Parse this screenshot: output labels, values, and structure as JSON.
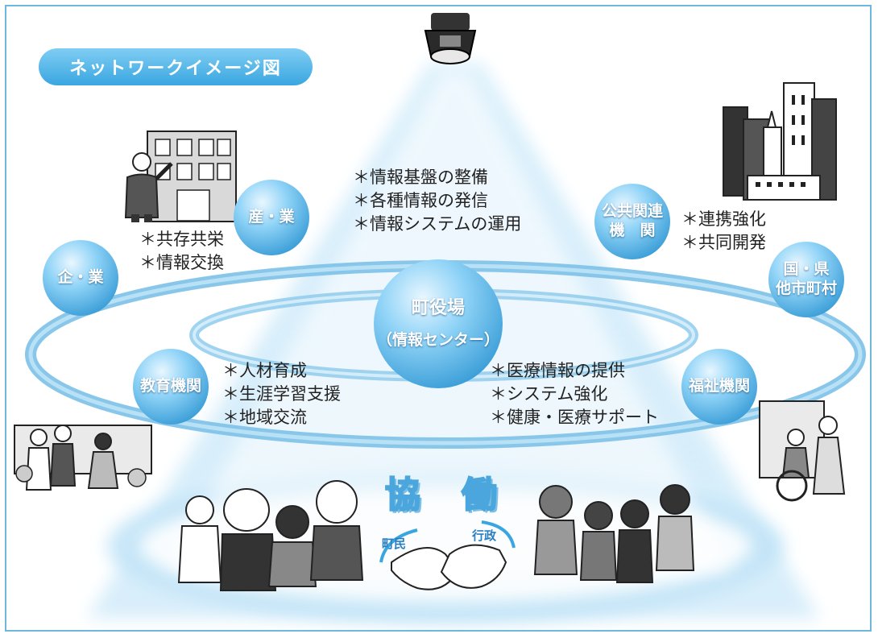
{
  "title": "ネットワークイメージ図",
  "center": {
    "line1": "町役場",
    "line2": "（情報センター）"
  },
  "nodes": {
    "sangyo": "産・業",
    "kigyo": "企・業",
    "kokyo_line1": "公共関連",
    "kokyo_line2": "機　関",
    "kuni_line1": "国・県",
    "kuni_line2": "他市町村",
    "kyoiku": "教育機関",
    "fukushi": "福祉機関"
  },
  "lists": {
    "center_top": [
      "＊情報基盤の整備",
      "＊各種情報の発信",
      "＊情報システムの運用"
    ],
    "sangyo": [
      "＊共存共栄",
      "＊情報交換"
    ],
    "kokyo": [
      "＊連携強化",
      "＊共同開発"
    ],
    "kyoiku": [
      "＊人材育成",
      "＊生涯学習支援",
      "＊地域交流"
    ],
    "fukushi": [
      "＊医療情報の提供",
      "＊システム強化",
      "＊健康・医療サポート"
    ]
  },
  "kyodo": {
    "char1": "協",
    "char2": "働"
  },
  "handshake": {
    "left": "町民",
    "right": "行政"
  },
  "colors": {
    "accent": "#3aa6e0",
    "frame": "#6fb8dc",
    "glow": "#bfe3f7"
  },
  "icons": [
    "spotlight-icon",
    "office-building-icon",
    "skyscrapers-icon",
    "school-children-icon",
    "welfare-wheelchair-icon",
    "townspeople-icon",
    "officials-icon",
    "handshake-icon"
  ]
}
